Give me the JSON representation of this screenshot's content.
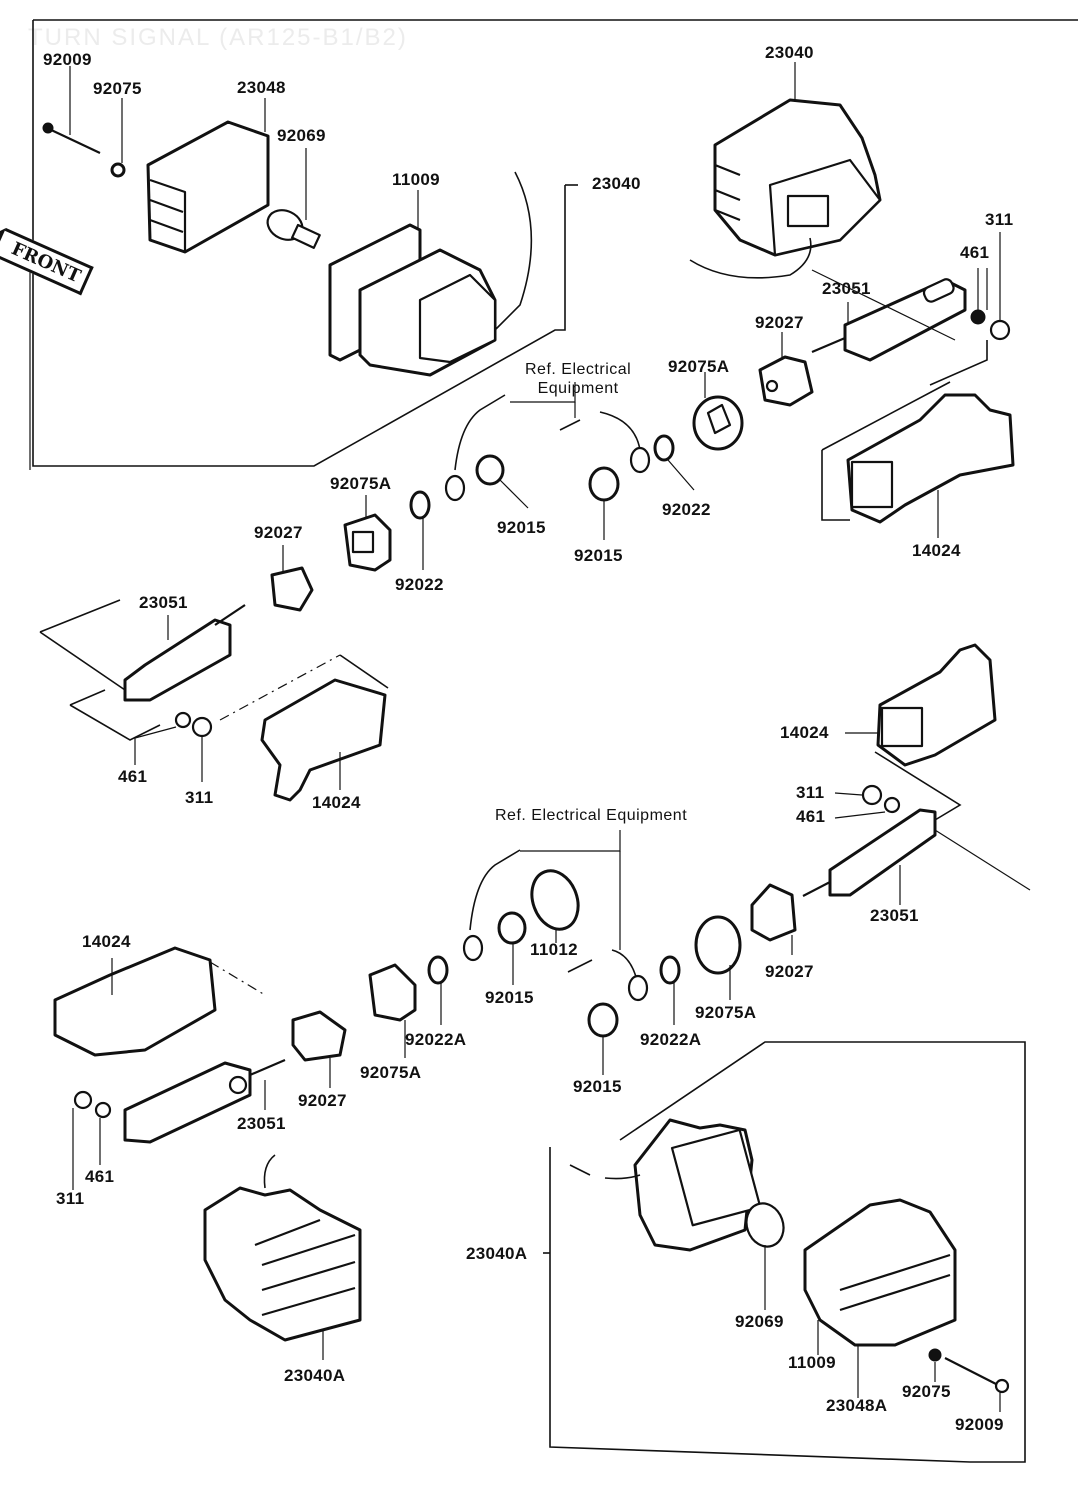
{
  "diagram": {
    "title": "TURN SIGNAL (AR125-B1/B2)",
    "front_badge": "FRONT",
    "ref_labels": {
      "upper": "Ref. Electrical\nEquipment",
      "lower": "Ref. Electrical Equipment"
    },
    "groups": {
      "upper_left_assembly": {
        "assembly_label": "23040",
        "parts": [
          "92009",
          "92075",
          "23048",
          "92069",
          "11009"
        ]
      },
      "upper_right_assembly": {
        "assembly_label": "23040",
        "parts": [
          "311",
          "461",
          "23051",
          "92027",
          "92075A",
          "14024"
        ]
      },
      "upper_center_hardware": {
        "parts": [
          "92075A",
          "92022",
          "92015",
          "92015",
          "92022",
          "92027"
        ]
      },
      "middle_left": {
        "parts": [
          "23051",
          "461",
          "311",
          "14024"
        ]
      },
      "middle_right": {
        "parts": [
          "14024",
          "311",
          "461",
          "23051",
          "92027"
        ]
      },
      "lower_center_hardware": {
        "parts": [
          "11012",
          "92015",
          "92022A",
          "92075A",
          "92015",
          "92022A",
          "92075A"
        ]
      },
      "lower_left": {
        "parts": [
          "14024",
          "23051",
          "92027",
          "461",
          "311",
          "23040A"
        ]
      },
      "lower_right_assembly": {
        "assembly_label": "23040A",
        "parts": [
          "92069",
          "11009",
          "23048A",
          "92075",
          "92009"
        ]
      }
    },
    "labels": [
      {
        "id": "l1",
        "text": "92009"
      },
      {
        "id": "l2",
        "text": "92075"
      },
      {
        "id": "l3",
        "text": "23048"
      },
      {
        "id": "l4",
        "text": "92069"
      },
      {
        "id": "l5",
        "text": "11009"
      },
      {
        "id": "l6",
        "text": "23040"
      },
      {
        "id": "l7",
        "text": "23040"
      },
      {
        "id": "l8",
        "text": "311"
      },
      {
        "id": "l9",
        "text": "461"
      },
      {
        "id": "l10",
        "text": "23051"
      },
      {
        "id": "l11",
        "text": "92027"
      },
      {
        "id": "l12",
        "text": "92075A"
      },
      {
        "id": "l13",
        "text": "92075A"
      },
      {
        "id": "l14",
        "text": "92015"
      },
      {
        "id": "l15",
        "text": "92022"
      },
      {
        "id": "l16",
        "text": "92015"
      },
      {
        "id": "l17",
        "text": "92022"
      },
      {
        "id": "l18",
        "text": "14024"
      },
      {
        "id": "l19",
        "text": "92027"
      },
      {
        "id": "l20",
        "text": "23051"
      },
      {
        "id": "l21",
        "text": "461"
      },
      {
        "id": "l22",
        "text": "311"
      },
      {
        "id": "l23",
        "text": "14024"
      },
      {
        "id": "l24",
        "text": "14024"
      },
      {
        "id": "l25",
        "text": "311"
      },
      {
        "id": "l26",
        "text": "461"
      },
      {
        "id": "l27",
        "text": "23051"
      },
      {
        "id": "l28",
        "text": "92027"
      },
      {
        "id": "l29",
        "text": "11012"
      },
      {
        "id": "l30",
        "text": "92015"
      },
      {
        "id": "l31",
        "text": "92022A"
      },
      {
        "id": "l32",
        "text": "92075A"
      },
      {
        "id": "l33",
        "text": "92015"
      },
      {
        "id": "l34",
        "text": "92022A"
      },
      {
        "id": "l35",
        "text": "92075A"
      },
      {
        "id": "l36",
        "text": "14024"
      },
      {
        "id": "l37",
        "text": "23051"
      },
      {
        "id": "l38",
        "text": "92027"
      },
      {
        "id": "l39",
        "text": "461"
      },
      {
        "id": "l40",
        "text": "311"
      },
      {
        "id": "l41",
        "text": "23040A"
      },
      {
        "id": "l42",
        "text": "23040A"
      },
      {
        "id": "l43",
        "text": "92069"
      },
      {
        "id": "l44",
        "text": "11009"
      },
      {
        "id": "l45",
        "text": "23048A"
      },
      {
        "id": "l46",
        "text": "92075"
      },
      {
        "id": "l47",
        "text": "92009"
      }
    ]
  }
}
